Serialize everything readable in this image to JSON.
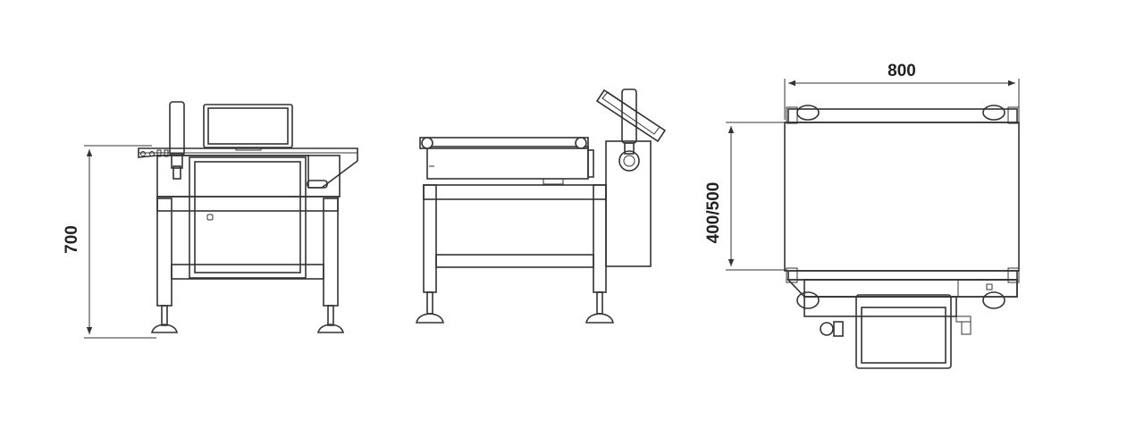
{
  "dimensions": {
    "height_label": "700",
    "length_label": "800",
    "width_label": "400/500"
  }
}
